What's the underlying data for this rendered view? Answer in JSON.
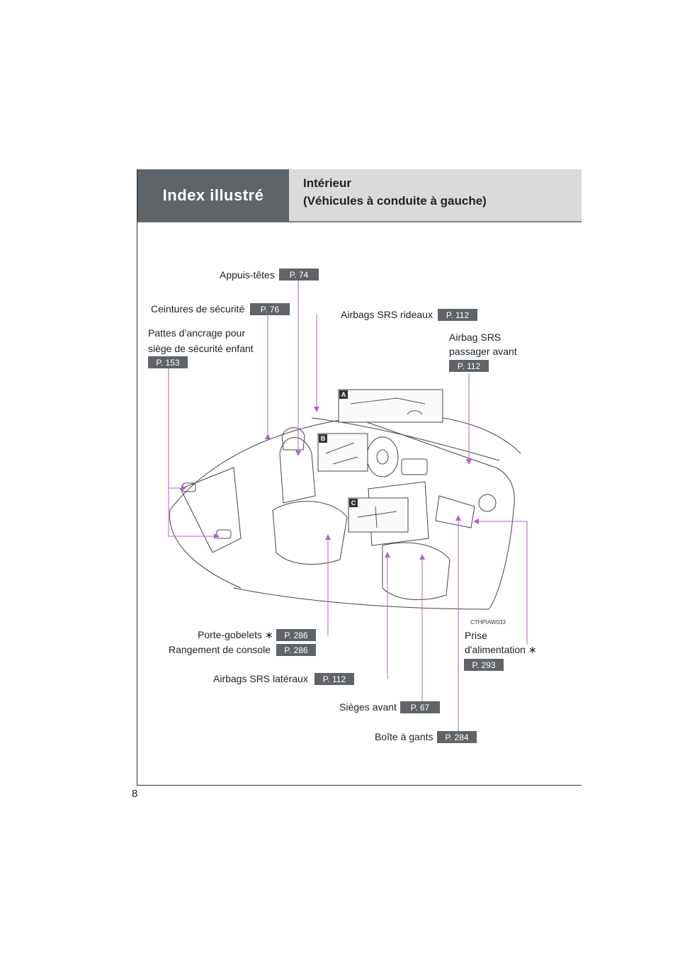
{
  "header": {
    "section": "Index illustré",
    "title_line1": "Intérieur",
    "title_line2": "(Véhicules à conduite à gauche)"
  },
  "page_number": "8",
  "image_code": "CTHPIAW033",
  "insets": [
    "A",
    "B",
    "C"
  ],
  "callouts": {
    "appuis_tetes": {
      "label": "Appuis-têtes",
      "ref": "P. 74"
    },
    "ceintures": {
      "label": "Ceintures de sécurité",
      "ref": "P. 76"
    },
    "pattes_line1": "Pattes d’ancrage pour",
    "pattes_line2": "siège de sécurité enfant",
    "pattes_ref": "P. 153",
    "airbags_rideaux": {
      "label": "Airbags SRS rideaux",
      "ref": "P. 112"
    },
    "airbag_pass_line1": "Airbag SRS",
    "airbag_pass_line2": "passager avant",
    "airbag_pass_ref": "P. 112",
    "porte_gobelets": {
      "label": "Porte-gobelets ∗",
      "ref": "P. 286"
    },
    "rangement": {
      "label": "Rangement de console",
      "ref": "P. 286"
    },
    "airbags_lateraux": {
      "label": "Airbags SRS latéraux",
      "ref": "P. 112"
    },
    "sieges": {
      "label": "Sièges avant",
      "ref": "P. 67"
    },
    "boite": {
      "label": "Boîte à gants",
      "ref": "P. 284"
    },
    "prise_line1": "Prise",
    "prise_line2": "d'alimentation ∗",
    "prise_ref": "P. 293"
  },
  "colors": {
    "leader": "#b25fd6",
    "header_dark": "#5f6468",
    "header_light": "#d9dadb",
    "ref_badge": "#5f6468"
  }
}
